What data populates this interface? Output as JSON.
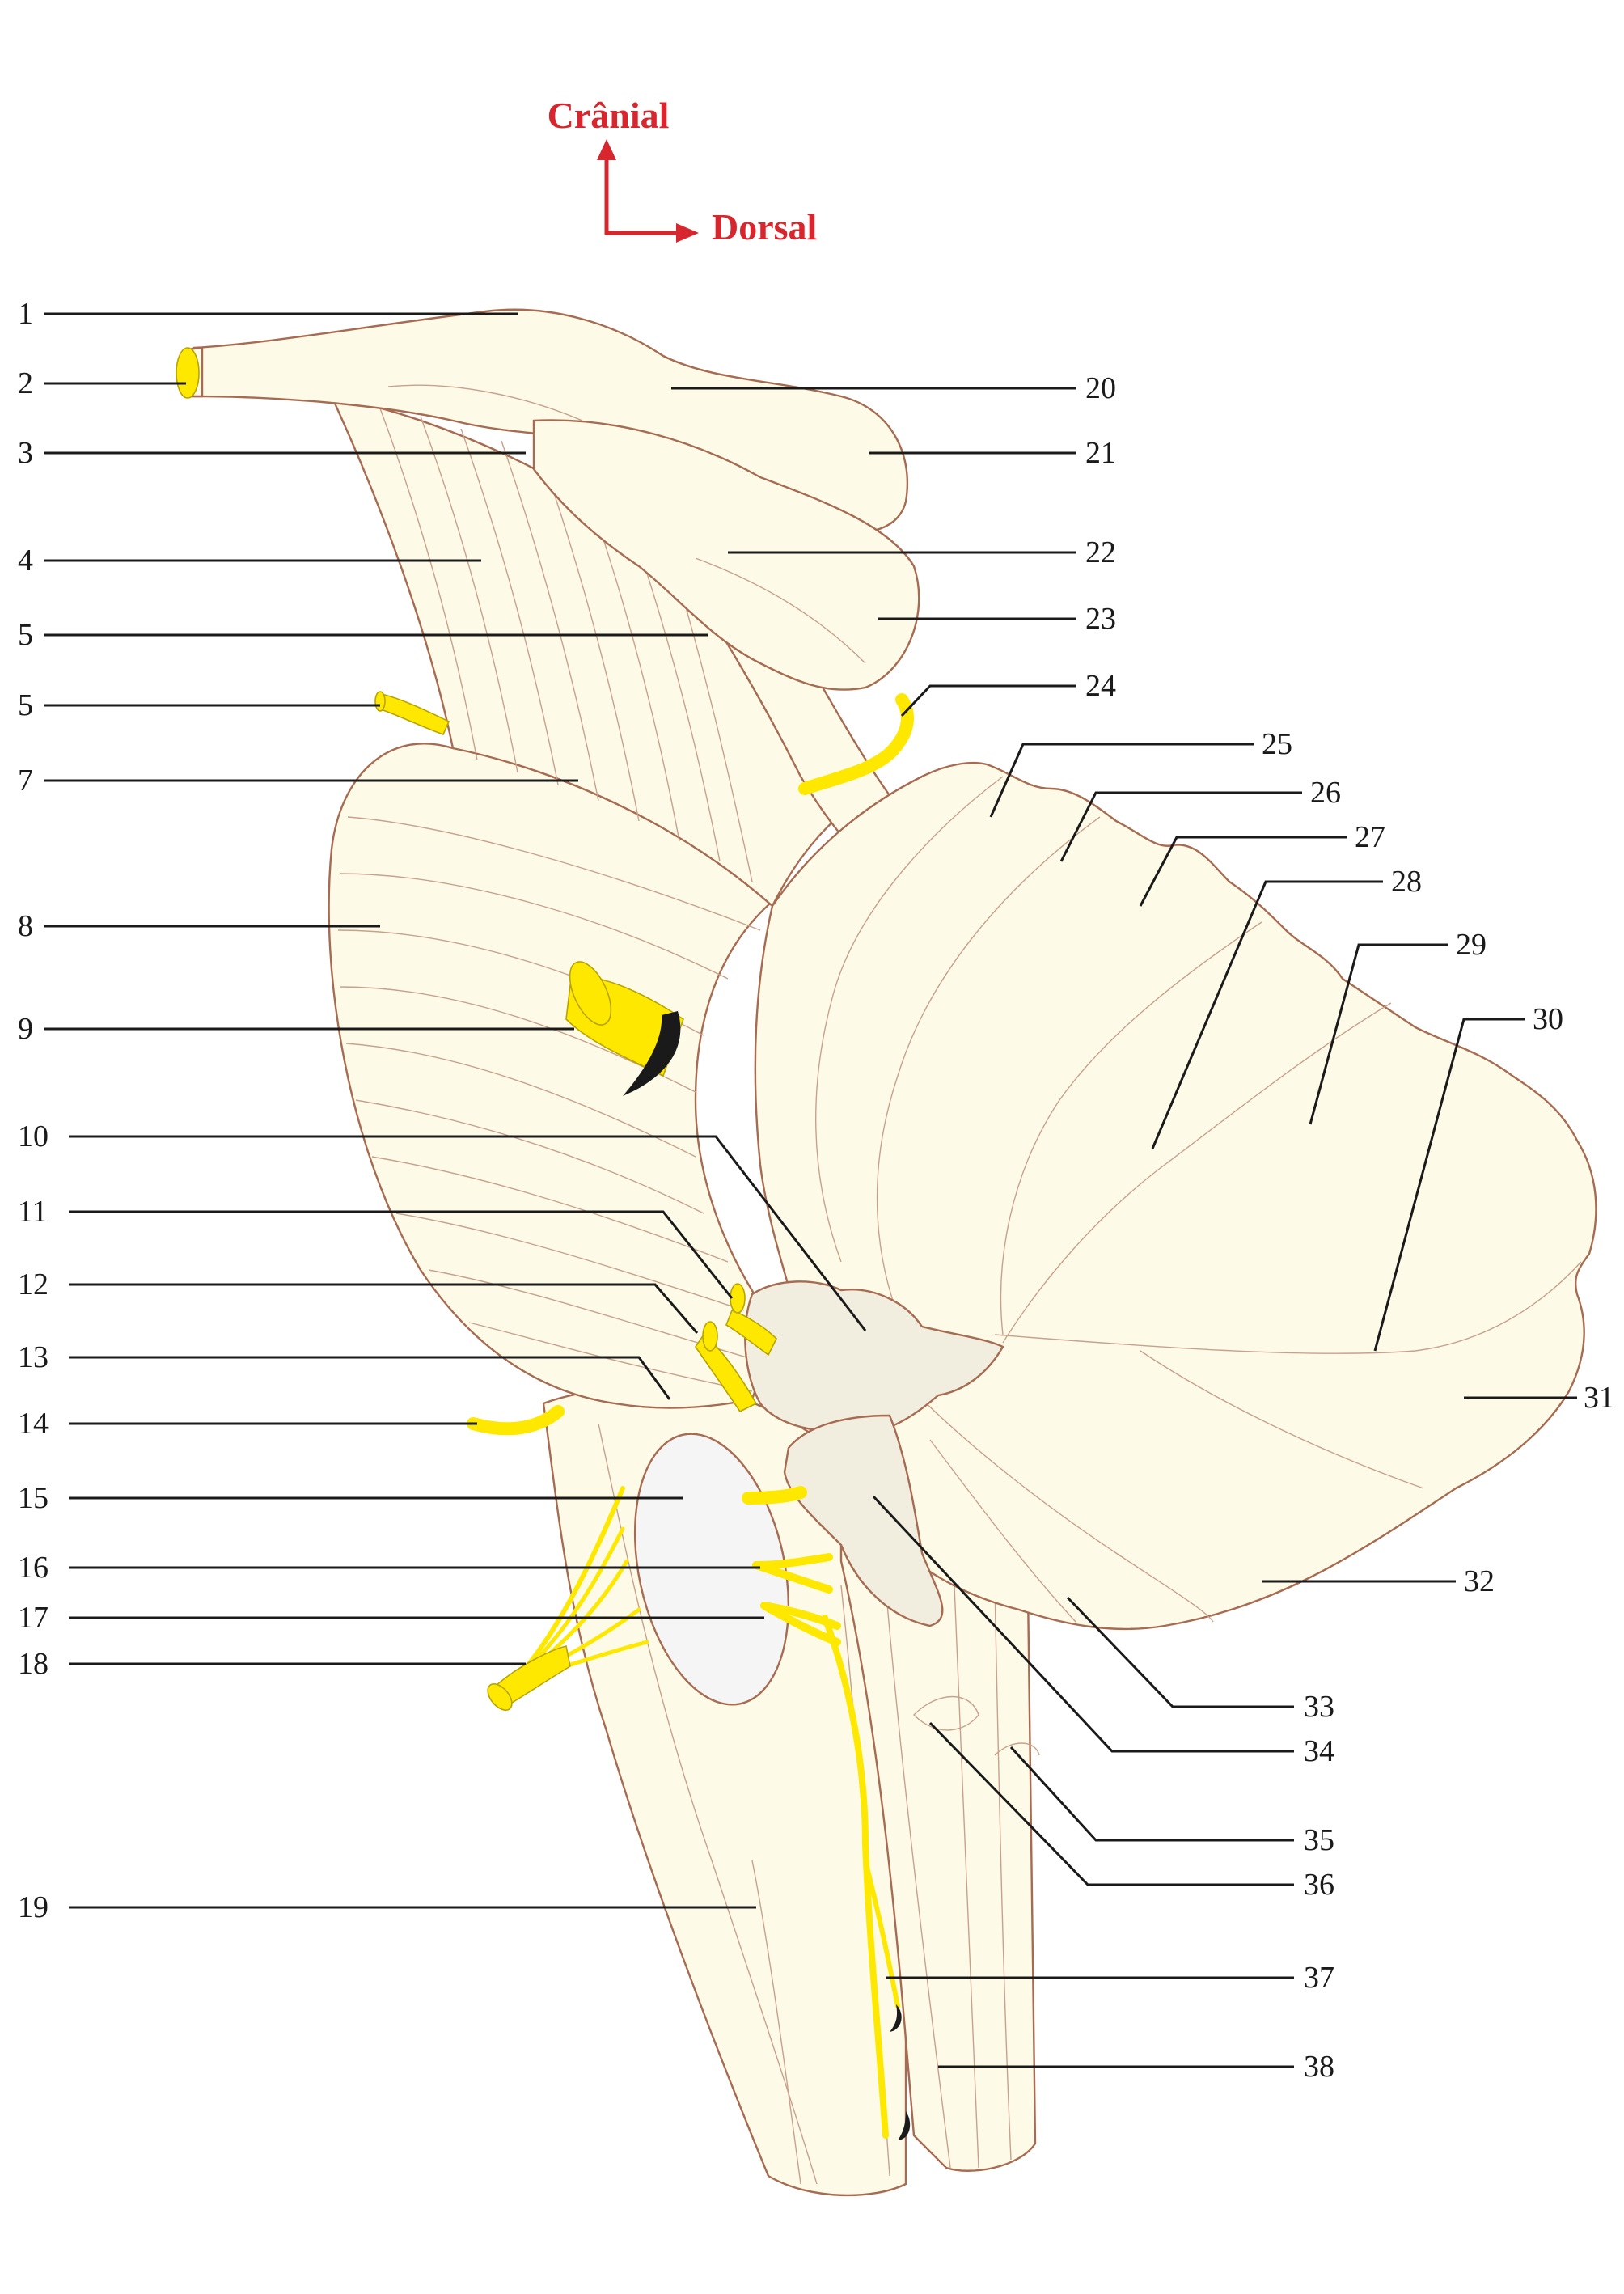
{
  "orientation": {
    "cranial_label": "Crânial",
    "dorsal_label": "Dorsal",
    "arrow_color": "#d7262e"
  },
  "colors": {
    "tissue_fill": "#fdfbe7",
    "tissue_outline": "#a76b52",
    "nerve": "#ffe800",
    "pale_region": "#f1eee0",
    "fossa": "#f5f5f5"
  },
  "labels": {
    "left": [
      "1",
      "2",
      "3",
      "4",
      "5",
      "5",
      "7",
      "8",
      "9",
      "10",
      "11",
      "12",
      "13",
      "14",
      "15",
      "16",
      "17",
      "18",
      "19"
    ],
    "right": [
      "20",
      "21",
      "22",
      "23",
      "24",
      "25",
      "26",
      "27",
      "28",
      "29",
      "30",
      "31",
      "32",
      "33",
      "34",
      "35",
      "36",
      "37",
      "38"
    ]
  }
}
